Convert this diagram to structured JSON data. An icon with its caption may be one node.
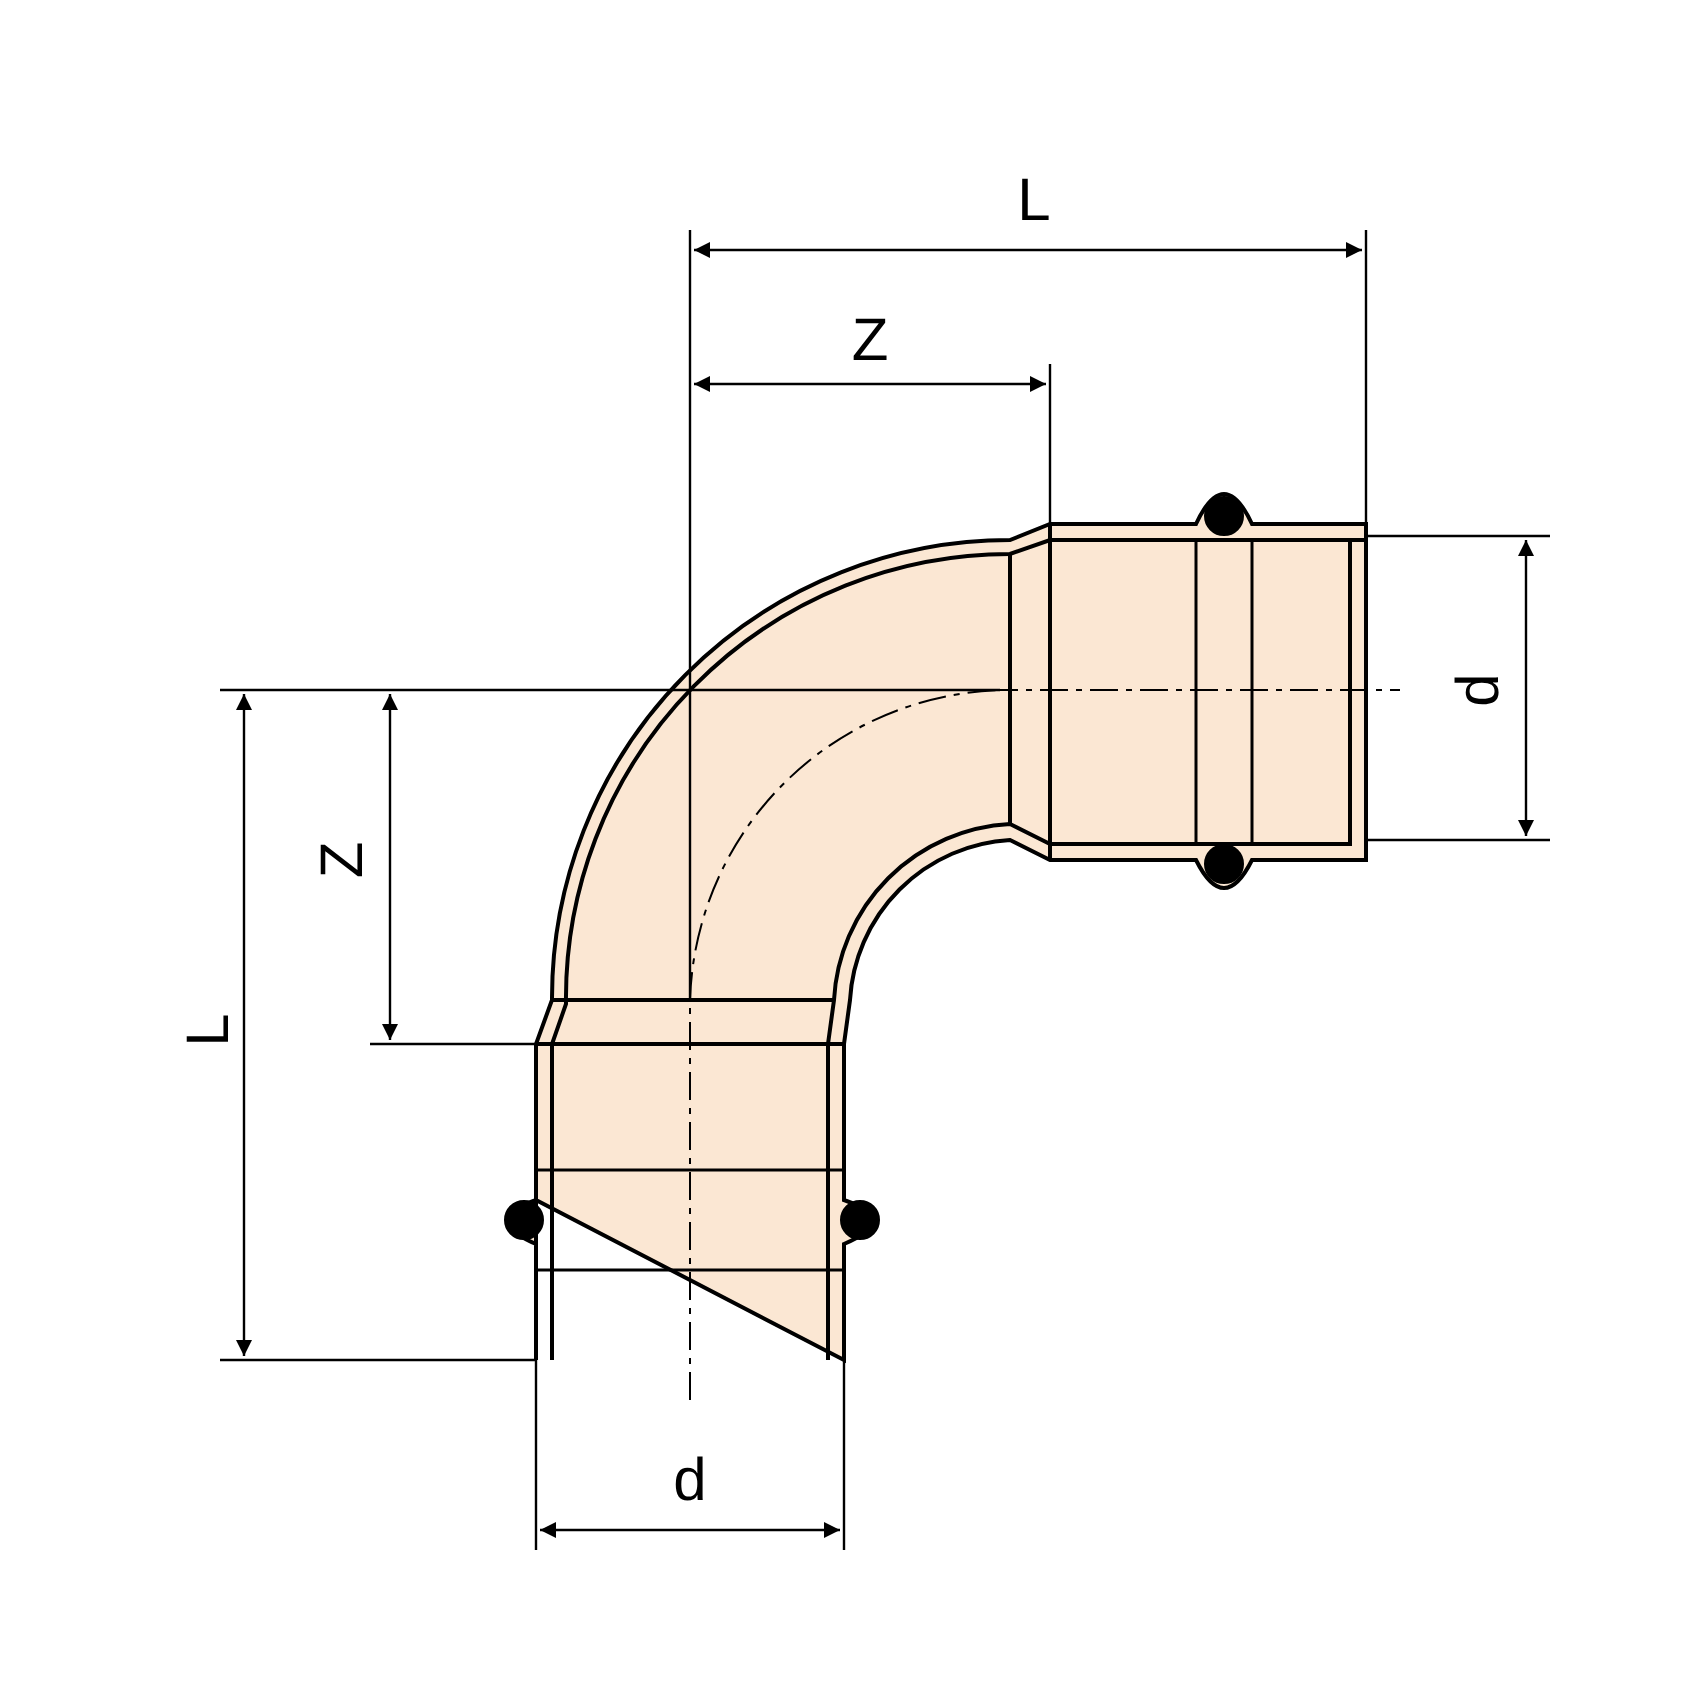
{
  "diagram": {
    "labels": [
      "L",
      "Z",
      "d",
      "Z",
      "L",
      "d"
    ]
  }
}
